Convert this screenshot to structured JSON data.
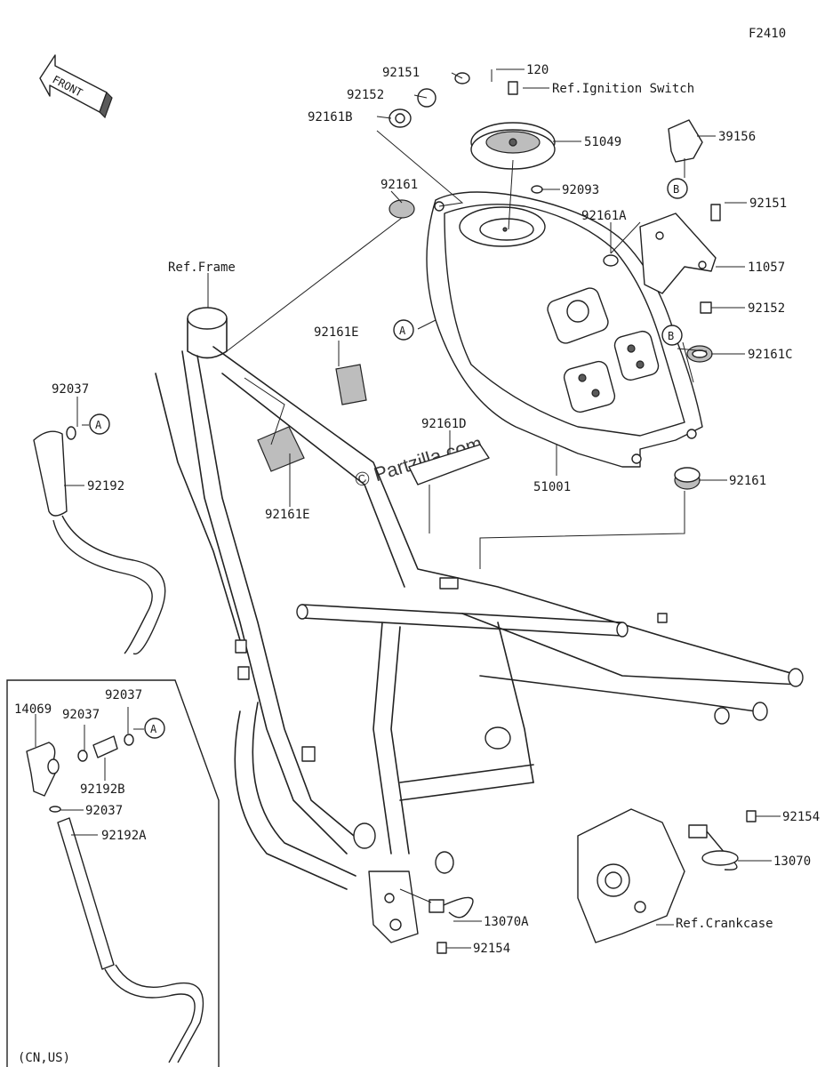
{
  "figure_code": "F2410",
  "front_arrow_label": "FRONT",
  "watermark": "© Partzilla.com",
  "labels": {
    "l_92151_top": "92151",
    "l_120": "120",
    "l_ref_ignition": "Ref.Ignition Switch",
    "l_92152_top": "92152",
    "l_92161b": "92161B",
    "l_51049": "51049",
    "l_39156": "39156",
    "l_92093": "92093",
    "l_92161_left": "92161",
    "l_92161a": "92161A",
    "l_92151_right": "92151",
    "l_11057": "11057",
    "l_ref_frame": "Ref.Frame",
    "l_92152_right": "92152",
    "l_92161e_top": "92161E",
    "l_92161c": "92161C",
    "l_92037_top": "92037",
    "l_92161d": "92161D",
    "l_92192": "92192",
    "l_51001": "51001",
    "l_92161_right": "92161",
    "l_92161e_bottom": "92161E",
    "l_14069": "14069",
    "l_92037_inset1": "92037",
    "l_92037_inset2": "92037",
    "l_92192b": "92192B",
    "l_92037_inset3": "92037",
    "l_92192a": "92192A",
    "l_92154_right": "92154",
    "l_13070": "13070",
    "l_13070a": "13070A",
    "l_ref_crankcase": "Ref.Crankcase",
    "l_92154_bottom": "92154",
    "l_cn_us": "(CN,US)"
  },
  "markers": {
    "a": "A",
    "b": "B"
  }
}
